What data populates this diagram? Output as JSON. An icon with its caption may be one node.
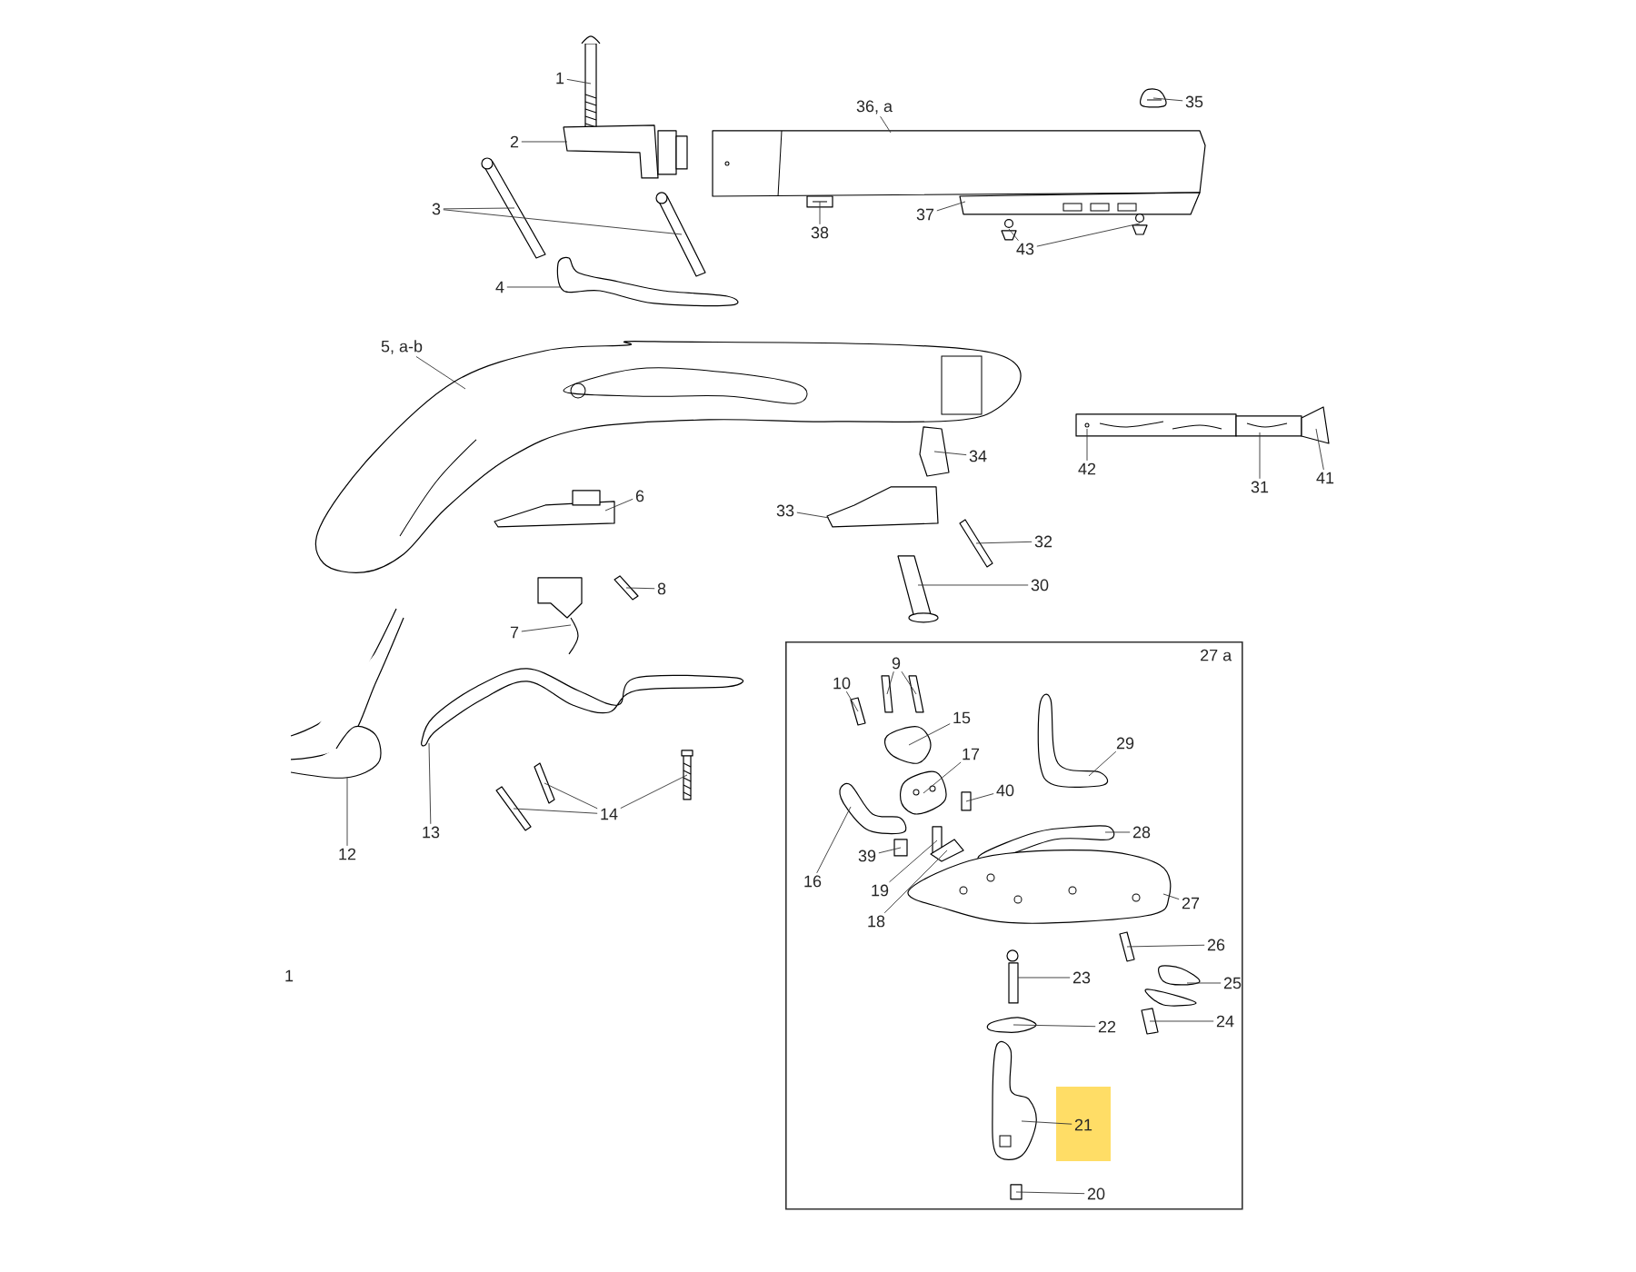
{
  "diagram": {
    "nodes": [
      {
        "text": [
          "1"
        ]
      },
      {
        "text": [
          "2"
        ]
      },
      {
        "text": [
          "3"
        ]
      },
      {
        "text": [
          "4"
        ]
      },
      {
        "text": [
          "5, a-b"
        ]
      },
      {
        "text": [
          "6"
        ]
      },
      {
        "text": [
          "7"
        ]
      },
      {
        "text": [
          "8"
        ]
      },
      {
        "text": [
          "12"
        ]
      },
      {
        "text": [
          "13"
        ]
      },
      {
        "text": [
          "14"
        ]
      },
      {
        "text": [
          "33"
        ]
      },
      {
        "text": [
          "34"
        ]
      },
      {
        "text": [
          "30"
        ]
      },
      {
        "text": [
          "32"
        ]
      },
      {
        "text": [
          "42"
        ]
      },
      {
        "text": [
          "31"
        ]
      },
      {
        "text": [
          "41"
        ]
      },
      {
        "text": [
          "35"
        ]
      },
      {
        "text": [
          "36, a"
        ]
      },
      {
        "text": [
          "37"
        ]
      },
      {
        "text": [
          "38"
        ]
      },
      {
        "text": [
          "43"
        ]
      },
      {
        "text": [
          "27 a"
        ]
      },
      {
        "text": [
          "9"
        ],
        "in": 23
      },
      {
        "text": [
          "10"
        ],
        "in": 23
      },
      {
        "text": [
          "15"
        ],
        "in": 23
      },
      {
        "text": [
          "17"
        ],
        "in": 23
      },
      {
        "text": [
          "16"
        ],
        "in": 23
      },
      {
        "text": [
          "39"
        ],
        "in": 23
      },
      {
        "text": [
          "19"
        ],
        "in": 23
      },
      {
        "text": [
          "18"
        ],
        "in": 23
      },
      {
        "text": [
          "40"
        ],
        "in": 23
      },
      {
        "text": [
          "29"
        ],
        "in": 23
      },
      {
        "text": [
          "28"
        ],
        "in": 23
      },
      {
        "text": [
          "27"
        ],
        "in": 23
      },
      {
        "text": [
          "26"
        ],
        "in": 23
      },
      {
        "text": [
          "25"
        ],
        "in": 23
      },
      {
        "text": [
          "24"
        ],
        "in": 23
      },
      {
        "text": [
          "23"
        ],
        "in": 23
      },
      {
        "text": [
          "22"
        ],
        "in": 23
      },
      {
        "text": [
          "21"
        ],
        "in": 23
      },
      {
        "text": [
          "20"
        ],
        "in": 23
      },
      {
        "text": [],
        "shape": "picture"
      },
      {
        "text": [],
        "shape": "picture"
      },
      {
        "text": [],
        "shape": "picture"
      },
      {
        "text": [],
        "shape": "picture"
      },
      {
        "text": [],
        "shape": "picture"
      },
      {
        "text": [],
        "shape": "picture"
      },
      {
        "text": [],
        "shape": "picture"
      },
      {
        "text": [],
        "shape": "picture"
      },
      {
        "text": [],
        "shape": "picture"
      },
      {
        "text": [],
        "shape": "picture"
      },
      {
        "text": [],
        "shape": "picture"
      },
      {
        "text": [],
        "shape": "picture"
      },
      {
        "text": [],
        "shape": "picture"
      },
      {
        "text": [],
        "shape": "picture"
      },
      {
        "text": [],
        "shape": "picture"
      },
      {
        "text": [],
        "shape": "picture"
      },
      {
        "text": [],
        "shape": "picture"
      },
      {
        "text": [],
        "shape": "picture"
      },
      {
        "text": [],
        "shape": "picture"
      },
      {
        "text": [],
        "shape": "picture"
      },
      {
        "text": [],
        "shape": "picture"
      },
      {
        "text": [],
        "shape": "picture"
      },
      {
        "text": [],
        "shape": "picture"
      },
      {
        "text": [],
        "shape": "picture"
      },
      {
        "text": [],
        "shape": "picture"
      },
      {
        "text": [],
        "shape": "picture"
      },
      {
        "text": [],
        "shape": "picture"
      },
      {
        "text": [],
        "shape": "picture",
        "in": 23
      },
      {
        "text": [],
        "shape": "picture",
        "in": 23
      },
      {
        "text": [],
        "shape": "picture",
        "in": 23
      },
      {
        "text": [],
        "shape": "picture",
        "in": 23
      },
      {
        "text": [],
        "shape": "picture",
        "in": 23
      },
      {
        "text": [],
        "shape": "picture",
        "in": 23
      },
      {
        "text": [],
        "shape": "box",
        "in": 23
      },
      {
        "text": [],
        "shape": "box",
        "in": 23
      },
      {
        "text": [],
        "shape": "picture",
        "in": 23
      },
      {
        "text": [],
        "shape": "box",
        "in": 23
      },
      {
        "text": [],
        "shape": "picture",
        "in": 23
      },
      {
        "text": [],
        "shape": "picture",
        "in": 23
      },
      {
        "text": [],
        "shape": "picture",
        "in": 23
      },
      {
        "text": [],
        "shape": "picture",
        "in": 23
      },
      {
        "text": [],
        "shape": "picture",
        "in": 23
      },
      {
        "text": [],
        "shape": "picture",
        "in": 23
      },
      {
        "text": [],
        "shape": "picture",
        "in": 23
      },
      {
        "text": [],
        "shape": "picture",
        "in": 23
      },
      {
        "text": [],
        "shape": "picture",
        "in": 23
      },
      {
        "text": [],
        "shape": "box",
        "in": 23
      }
    ],
    "edges": [
      {
        "from": 0,
        "to": 43,
        "arrow": "none"
      },
      {
        "from": 1,
        "to": 44,
        "arrow": "none"
      },
      {
        "from": 2,
        "to": 45,
        "arrow": "none"
      },
      {
        "from": 2,
        "to": 46,
        "arrow": "none"
      },
      {
        "from": 3,
        "to": 47,
        "arrow": "none"
      },
      {
        "from": 4,
        "to": 48,
        "arrow": "none"
      },
      {
        "from": 5,
        "to": 49,
        "arrow": "none"
      },
      {
        "from": 6,
        "to": 50,
        "arrow": "none"
      },
      {
        "from": 7,
        "to": 51,
        "arrow": "none"
      },
      {
        "from": 8,
        "to": 52,
        "arrow": "none"
      },
      {
        "from": 9,
        "to": 53,
        "arrow": "none"
      },
      {
        "from": 10,
        "to": 54,
        "arrow": "none"
      },
      {
        "from": 10,
        "to": 55,
        "arrow": "none"
      },
      {
        "from": 10,
        "to": 56,
        "arrow": "none"
      },
      {
        "from": 11,
        "to": 57,
        "arrow": "none"
      },
      {
        "from": 12,
        "to": 58,
        "arrow": "none"
      },
      {
        "from": 13,
        "to": 59,
        "arrow": "none"
      },
      {
        "from": 14,
        "to": 60,
        "arrow": "none"
      },
      {
        "from": 15,
        "to": 61,
        "arrow": "none"
      },
      {
        "from": 16,
        "to": 62,
        "arrow": "none"
      },
      {
        "from": 17,
        "to": 63,
        "arrow": "none"
      },
      {
        "from": 18,
        "to": 64,
        "arrow": "none"
      },
      {
        "from": 19,
        "to": 65,
        "arrow": "none"
      },
      {
        "from": 20,
        "to": 66,
        "arrow": "none"
      },
      {
        "from": 21,
        "to": 67,
        "arrow": "none"
      },
      {
        "from": 22,
        "to": 68,
        "arrow": "none"
      },
      {
        "from": 22,
        "to": 69,
        "arrow": "none"
      },
      {
        "from": 24,
        "to": 70,
        "arrow": "none"
      },
      {
        "from": 24,
        "to": 71,
        "arrow": "none"
      },
      {
        "from": 25,
        "to": 72,
        "arrow": "none"
      },
      {
        "from": 26,
        "to": 73,
        "arrow": "none"
      },
      {
        "from": 27,
        "to": 74,
        "arrow": "none"
      },
      {
        "from": 28,
        "to": 75,
        "arrow": "none"
      },
      {
        "from": 29,
        "to": 76,
        "arrow": "none"
      },
      {
        "from": 30,
        "to": 77,
        "arrow": "none"
      },
      {
        "from": 31,
        "to": 78,
        "arrow": "none"
      },
      {
        "from": 32,
        "to": 79,
        "arrow": "none"
      },
      {
        "from": 33,
        "to": 80,
        "arrow": "none"
      },
      {
        "from": 34,
        "to": 81,
        "arrow": "none"
      },
      {
        "from": 35,
        "to": 82,
        "arrow": "none"
      },
      {
        "from": 36,
        "to": 83,
        "arrow": "none"
      },
      {
        "from": 37,
        "to": 84,
        "arrow": "none"
      },
      {
        "from": 38,
        "to": 85,
        "arrow": "none"
      },
      {
        "from": 39,
        "to": 86,
        "arrow": "none"
      },
      {
        "from": 40,
        "to": 87,
        "arrow": "none"
      },
      {
        "from": 41,
        "to": 88,
        "arrow": "none"
      },
      {
        "from": 42,
        "to": 89,
        "arrow": "none"
      }
    ],
    "labels": [
      "1"
    ]
  }
}
